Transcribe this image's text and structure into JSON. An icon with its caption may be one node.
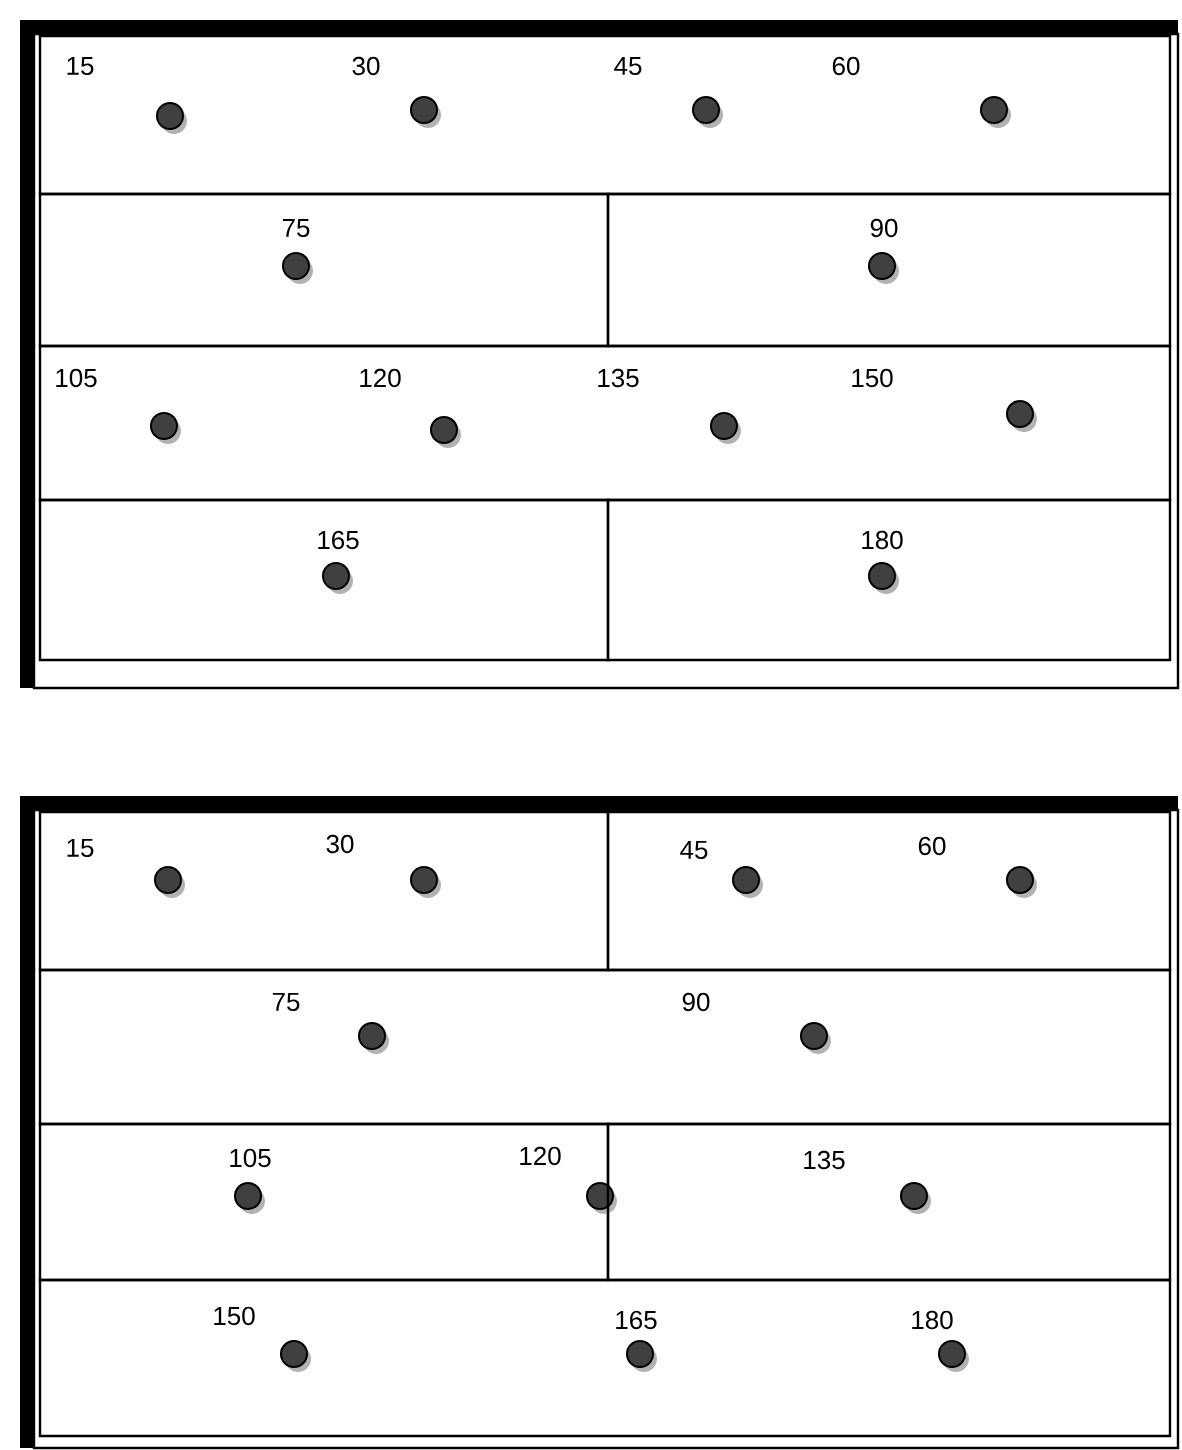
{
  "diagram": {
    "nodes": [
      {
        "text": [
          "15",
          "30",
          "45",
          "60"
        ]
      },
      {
        "text": [
          "75"
        ]
      },
      {
        "text": [
          "90"
        ]
      },
      {
        "text": [
          "105",
          "120",
          "135",
          "150"
        ]
      },
      {
        "text": [
          "165"
        ]
      },
      {
        "text": [
          "180"
        ]
      },
      {
        "text": [
          "15",
          "30"
        ]
      },
      {
        "text": [
          "45",
          "60"
        ]
      },
      {
        "text": [
          "75",
          "90"
        ]
      },
      {
        "text": [
          "105",
          "120"
        ]
      },
      {
        "text": [
          "135"
        ]
      },
      {
        "text": [
          "150",
          "165",
          "180"
        ]
      }
    ]
  }
}
